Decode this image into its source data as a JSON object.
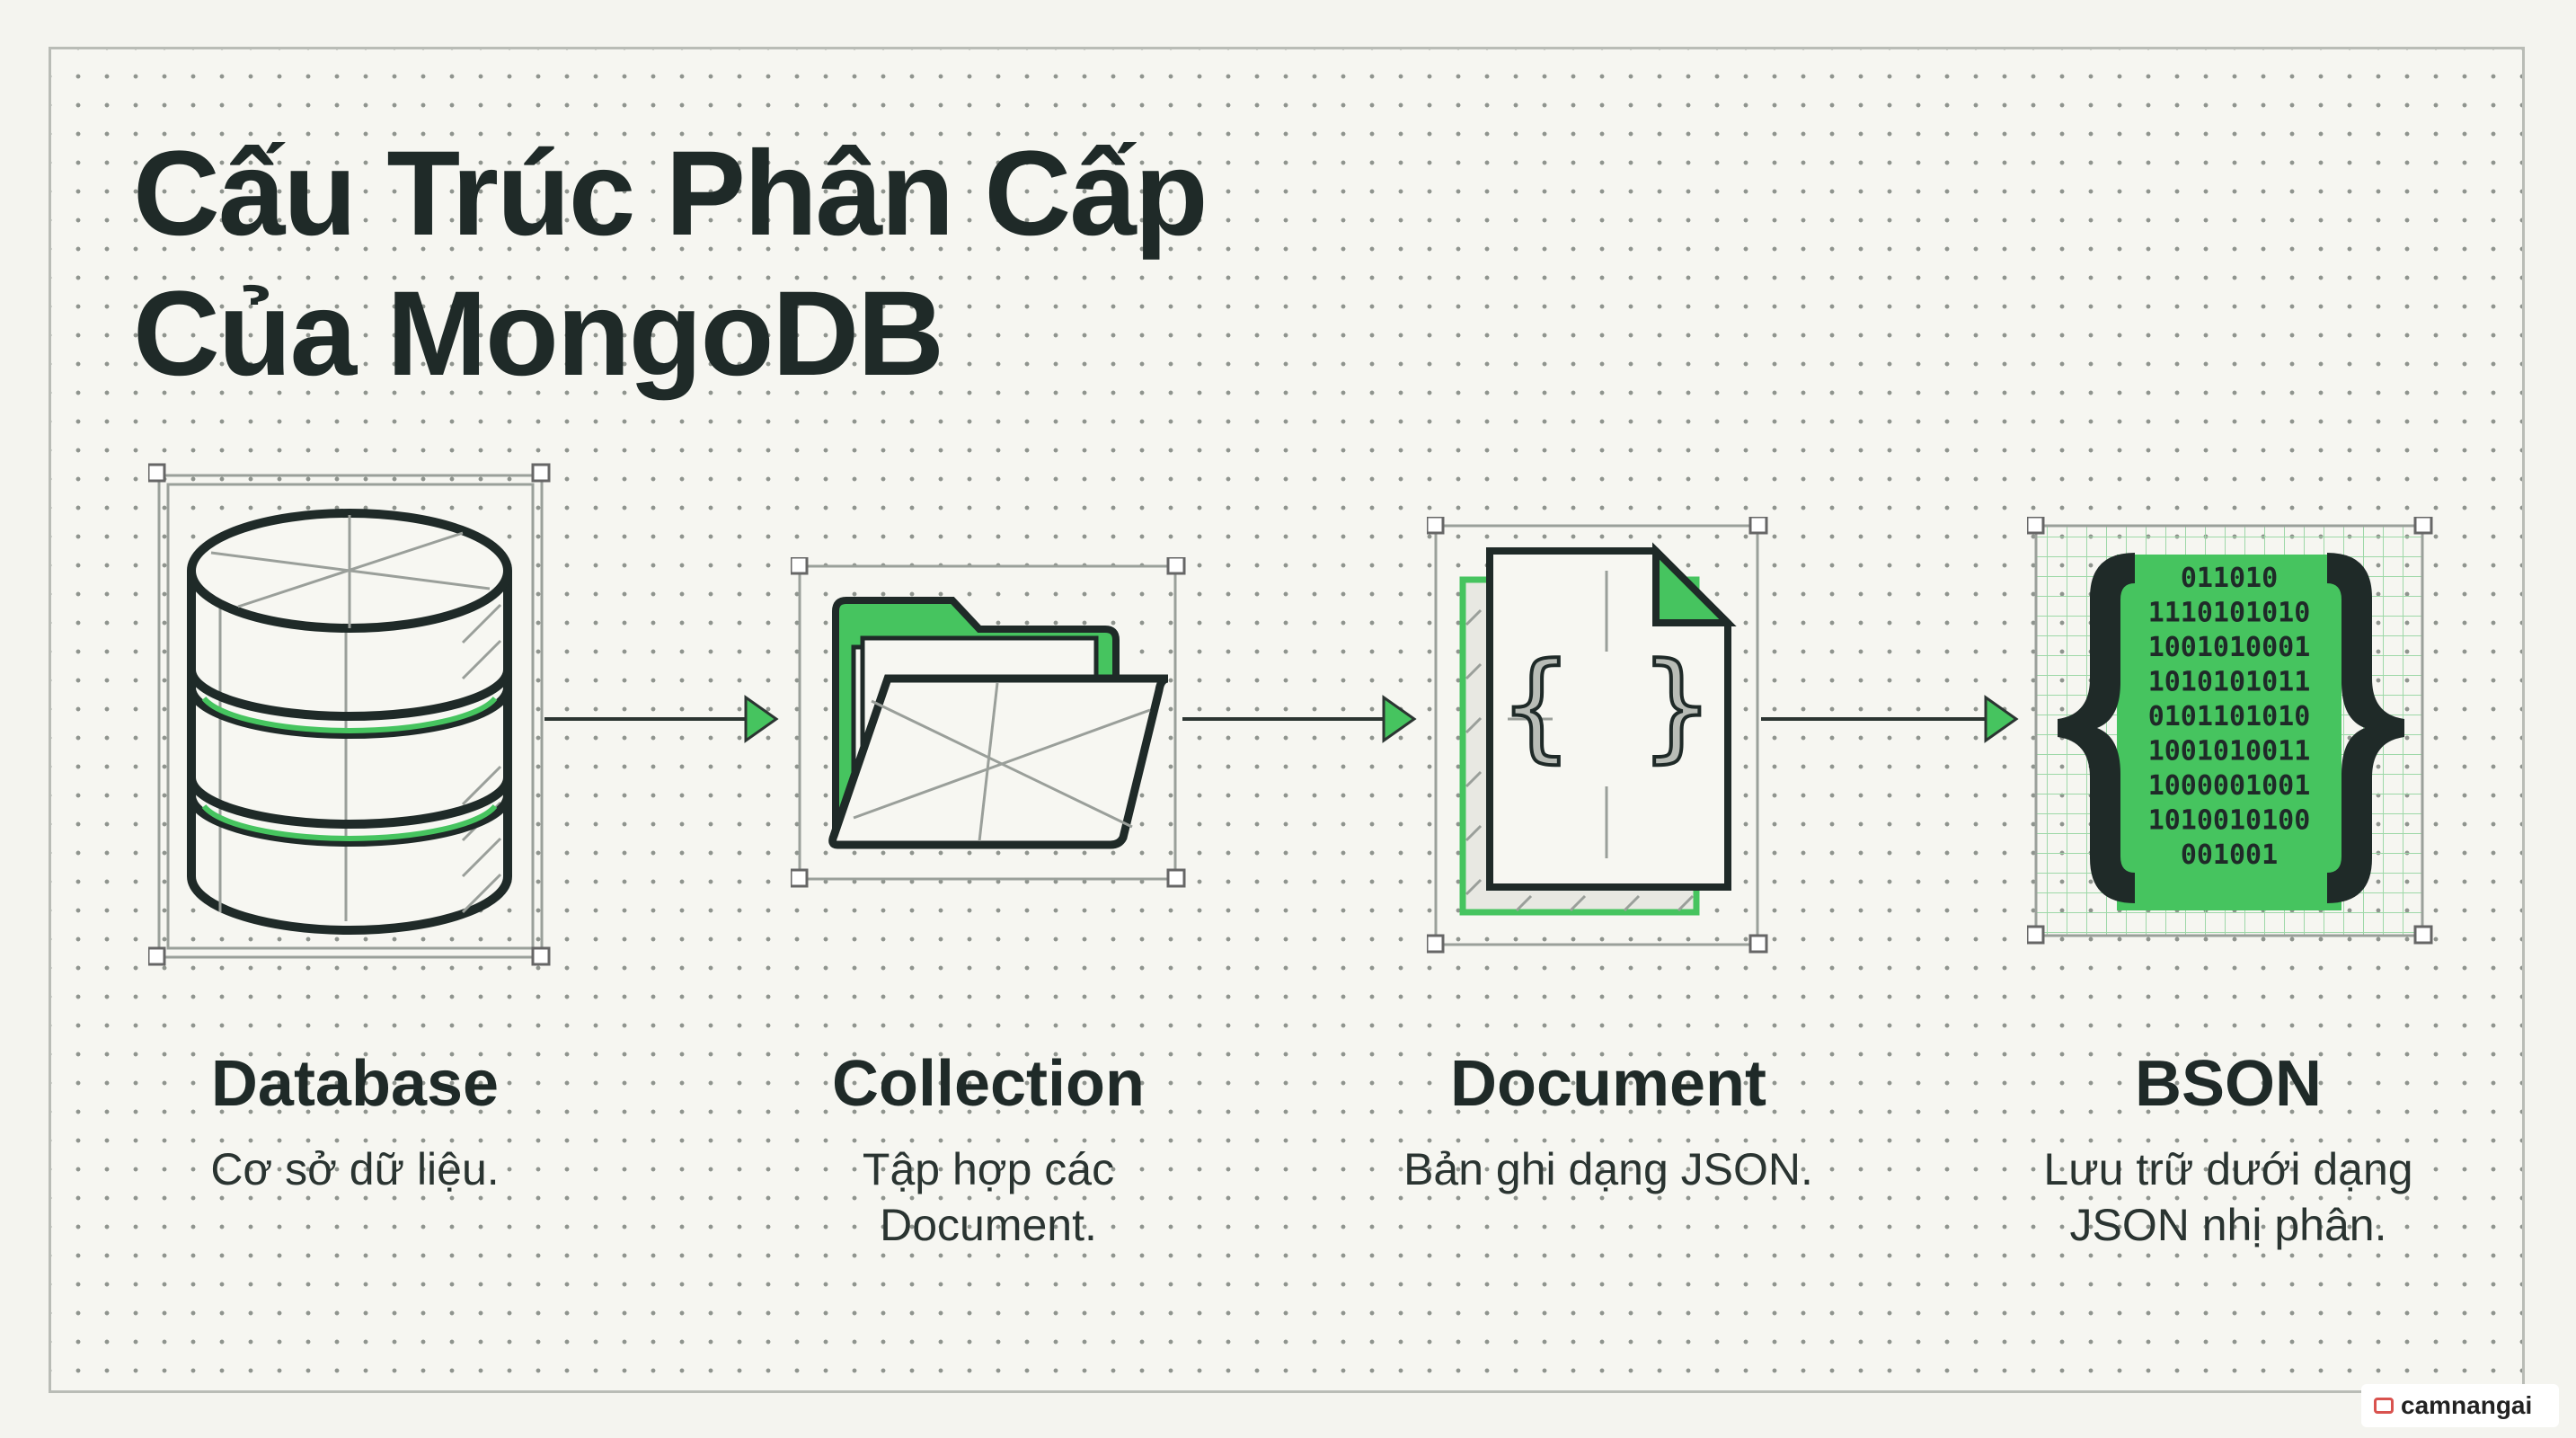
{
  "title": {
    "line1": "Cấu Trúc Phân Cấp",
    "line2": "Của MongoDB"
  },
  "stages": [
    {
      "name": "Database",
      "description": "Cơ sở dữ liệu.",
      "icon": "database-cylinder-icon"
    },
    {
      "name": "Collection",
      "description": "Tập hợp các\nDocument.",
      "icon": "folder-icon"
    },
    {
      "name": "Document",
      "description": "Bản ghi dạng JSON.",
      "icon": "document-braces-icon"
    },
    {
      "name": "BSON",
      "description": "Lưu trữ dưới dạng\nJSON nhị phân.",
      "icon": "bson-binary-braces-icon"
    }
  ],
  "bson_binary_rows": [
    "011010",
    "1110101010",
    "1001010001",
    "1010101011",
    "0101101010",
    "1001010011",
    "1000001001",
    "1010010100",
    "001001"
  ],
  "watermark": {
    "text": "camnangai"
  },
  "colors": {
    "accent": "#46c45f",
    "ink": "#1f2a28",
    "background": "#f6f6f1",
    "grid": "#8f948e"
  }
}
